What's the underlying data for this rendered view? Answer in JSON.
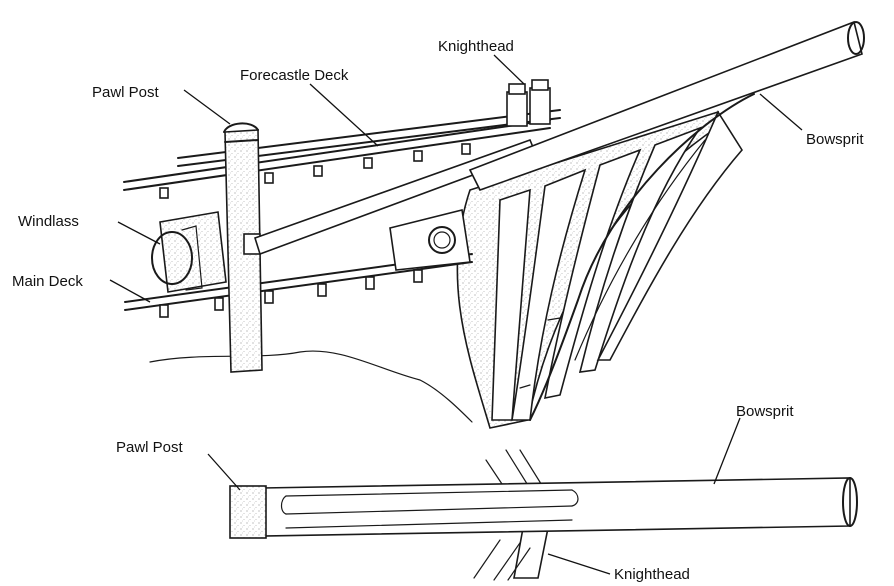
{
  "labels": {
    "knighthead_top": "Knighthead",
    "forecastle_deck": "Forecastle Deck",
    "pawl_post_top": "Pawl Post",
    "bowsprit_top": "Bowsprit",
    "windlass": "Windlass",
    "main_deck": "Main Deck",
    "bowsprit_bottom": "Bowsprit",
    "pawl_post_bottom": "Pawl Post",
    "knighthead_bottom": "Knighthead"
  },
  "colors": {
    "ink": "#1a1a1a",
    "paper": "#ffffff"
  }
}
